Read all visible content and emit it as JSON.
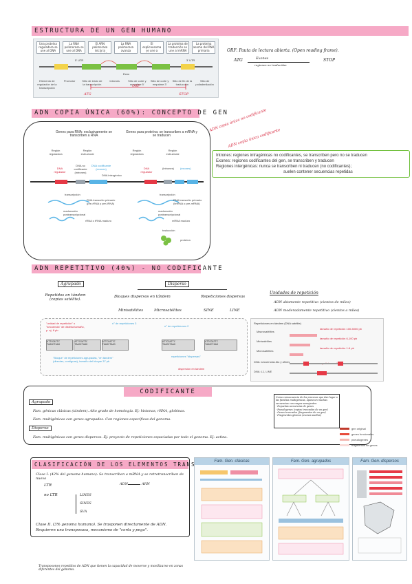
{
  "section1": {
    "title": "ESTRUCTURA  DE  UN  GEN  HUMANO",
    "figure": {
      "top_labels": [
        "Una proteína reguladora se une al DNA",
        "La RNA polimerasa se une al DNA",
        "El ARN polimerasa inicia la transcripción",
        "La RNA polimerasa avanza",
        "El espliceosoma se une a intrones",
        "La proteína de traducción se une al mRNA",
        "La proteína asoma del RNA primaria"
      ],
      "marks": [
        "5' UTR",
        "3' UTR",
        "Exón"
      ],
      "bottom_labels": [
        "Elemento de regulación de la transcripción",
        "Promotor",
        "Sitio de inicio de la transcripción",
        "Intrones",
        "Sitio de corte y empalme 5'",
        "Sitio de corte y empalme 3'",
        "Sitio de fin de la traducción",
        "Sitio de poliadenilación"
      ],
      "annotations": [
        "ATG",
        "ORF",
        "STOP"
      ]
    },
    "notes": {
      "orf_line": "ORF: Pauta de lectura abierta. (Open reading frame).",
      "atg_label": "ATG",
      "atg_mid": "Exones",
      "atg_end": "STOP",
      "atg_sub": "regiones no traducidas"
    }
  },
  "section2": {
    "title": "ADN  COPIA  ÚNICA  (60%): CONCEPTO  DE  GEN",
    "genes_rna_title": "Genes para RNA: exclusivamente se transcriben a RNA",
    "genes_prot_title": "Genes para proteína: se transcriben a mRNA y se traducen",
    "labels": [
      "Región reguladora",
      "Región estructural",
      "Región reguladora",
      "Región estructural",
      "DNA no codificante (intrones)",
      "DNA codificante (exones)",
      "DNA intergénico",
      "transcripción",
      "transcripción",
      "maduración postranscripcional",
      "maduración postranscripcional",
      "RNA transcrito primario (pre-rRNA y pre-tRNA)",
      "RNA transcrito primario (hnRNA o pre-mRNA)",
      "rRNA o tRNA maduro",
      "mRNA maduro",
      "traducción",
      "proteína",
      "DNA regulador",
      "DNA regulador",
      "(intrones)",
      "(exones)"
    ],
    "annotations": [
      "ADN copia única no codificante",
      "ADN copia única codificante"
    ],
    "definitions": [
      "Intrones: regiones intragénicas no codificantes, se transcriben pero no se traducen",
      "Exones: regiones codificantes del gen, se transcriben y traducen",
      "Regiones intergénicas: nunca se transcriben ni traducen (no codificantes);",
      "suelen contener secuencias repetidas"
    ]
  },
  "section3": {
    "title": "ADN  REPETITIVO  (40%)  -  NO  CODIFICANTE",
    "agrupado": "Agrupado",
    "agrupado_desc": "Repetidos en tándem (copias satélite).",
    "disperso": "Disperso",
    "disperso_a": "Bloques dispersos en tándem",
    "disperso_b": "Repeticiones dispersas",
    "sub_items": [
      "Minisatélites",
      "Microsatélites",
      "SINE",
      "LINE"
    ],
    "unidades_title": "Unidades de repetición",
    "unidades_items": [
      "ADN altamente repetitivo (cientos de miles)",
      "ADN moderadamente repetitivo (cientos a miles)"
    ],
    "figure_left": {
      "labels": [
        "\"unidad de repetición\" o \"secuencia\" de distinta tamaño, p. ej. 8 pb",
        "n° de repeticiones 3",
        "n° de repeticiones 2",
        "\"Bloque\" de repeticiones agrupadas, \"en tándem\" (directas, contiguas), tamaño del bloque 37 pb",
        "repeticiones \"dispersas\"",
        "dispersión en tándem"
      ],
      "seq": [
        "ATTCGATTC",
        "TAAGCTAAG",
        "ATTCGATTC",
        "TAAGCTAAG"
      ]
    },
    "figure_right": {
      "labels": [
        "Repeticiones en tándem (DNA satélite)",
        "Macrosatélites",
        "Minisatélites",
        "Microsatélites",
        "DNA: secuencias Alu y afines",
        "DNA: L1, LINE",
        "tamaño de repetición 100-5000 pb",
        "tamaño de repetición 6-100 pb",
        "tamaño de repetición 1-6 pb",
        "repeticiones dispersas"
      ]
    }
  },
  "section4": {
    "title": "CODIFICANTE",
    "agrupado": "Agrupado",
    "items": [
      "Fam. génicas clásicas (tándem). Alto grado de homología. Ej: histonas, rRNA, globinas.",
      "Fam. multigénicas con genes agrupados. Con regiones específicas del genoma."
    ],
    "disperso": "Disperso",
    "disperso_item": "Fam. multigénicas con genes dispersos. Ej: proyecto de repeticiones espaciadas por todo el genoma. Ej: actina.",
    "side_box": [
      "Como consecuencia de los procesos que dan lugar a las familias multigénicas, aparecen muchas secuencias con rasgos semejantes:",
      "- Pequeñas secuencias de genes",
      "- Pseudogenes (copias truncadas de un gen)",
      "- Genes truncados (fragmentos de un gen)",
      "- Fragmentos génicos (exones sueltos)"
    ],
    "legend": [
      "gen original",
      "genes funcionales",
      "pseudogenes",
      "fragmentos de genes"
    ]
  },
  "section5": {
    "title": "CLASIFICACIÓN  DE  LOS  ELEMENTOS  TRANSPOSONES",
    "lines": [
      "Clase I. (42% del genoma humano): Se transcriben a mRNA y se retrotranscriben de nuevo",
      "LTR",
      "no LTR",
      "LINES",
      "SINES",
      "SVA",
      "Clase II. (3% genoma humano). Se trasponen directamente de ADN. Requieren una transposasa, mecanismo de \"corta y pega\"."
    ],
    "note_adn": "ADN",
    "note_arn": "ARN",
    "footer": "Transposones repetidos de ADN que tienen la capacidad de moverse y movilizarse en zonas diferentes del genoma.",
    "panel_titles": [
      "Fam. Gen. clásicas",
      "Fam. Gen. agrupados",
      "Fam. Gen. dispersos"
    ]
  },
  "colors": {
    "highlight": "#f6a9c6",
    "accent_red": "#d7263d",
    "green": "#6fbf3a",
    "blue": "#3aa0d8"
  }
}
